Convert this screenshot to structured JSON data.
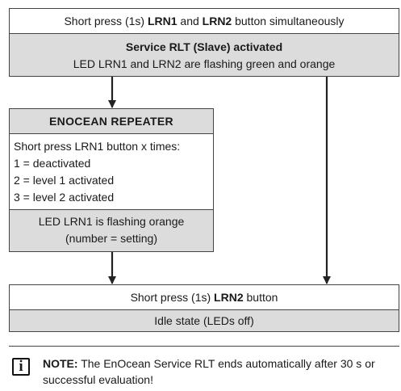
{
  "step1": {
    "instruction_prefix": "Short press (1s) ",
    "key_a": "LRN1",
    "and": " and ",
    "key_b": "LRN2",
    "instruction_suffix": " button simultaneously",
    "status_title": "Service RLT (Slave) activated",
    "status_detail": "LED LRN1 and LRN2 are flashing green and orange"
  },
  "repeater": {
    "title": "ENOCEAN REPEATER",
    "instruction": "Short press LRN1 button x times:",
    "options": [
      "1 = deactivated",
      "2 = level 1 activated",
      "3 = level 2 activated"
    ],
    "led_status_line1": "LED LRN1 is flashing orange",
    "led_status_line2": "(number = setting)"
  },
  "step_final": {
    "instruction_prefix": "Short press (1s) ",
    "key": "LRN2",
    "instruction_suffix": " button",
    "status": "Idle state (LEDs off)"
  },
  "note": {
    "label": "NOTE:",
    "text": " The EnOcean Service RLT ends automatically after 30 s or successful evaluation!"
  },
  "colors": {
    "box_fill": "#dcdcdc",
    "line": "#444444"
  }
}
